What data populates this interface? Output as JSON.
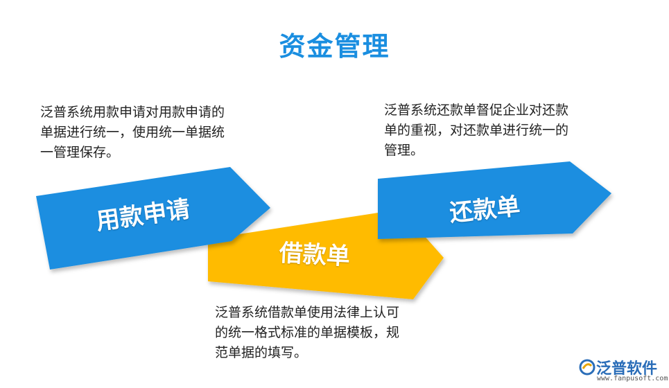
{
  "title": "资金管理",
  "descriptions": [
    {
      "lines": [
        "泛普系统用款申请对用款申请的",
        "单据进行统一，使用统一单据统",
        "一管理保存。"
      ]
    },
    {
      "lines": [
        "泛普系统还款单督促企业对还款",
        "单的重视，对还款单进行统一的",
        "管理。"
      ]
    },
    {
      "lines": [
        "泛普系统借款单使用法律上认可",
        "的统一格式标准的单据模板，规",
        "范单据的填写。"
      ]
    }
  ],
  "arrows": [
    {
      "label": "用款申请",
      "color": "#1a8ee0"
    },
    {
      "label": "借款单",
      "color": "#ffbb00"
    },
    {
      "label": "还款单",
      "color": "#1a8ee0"
    }
  ],
  "logo": {
    "name": "泛普软件",
    "url": "www.fanpusoft.com"
  }
}
